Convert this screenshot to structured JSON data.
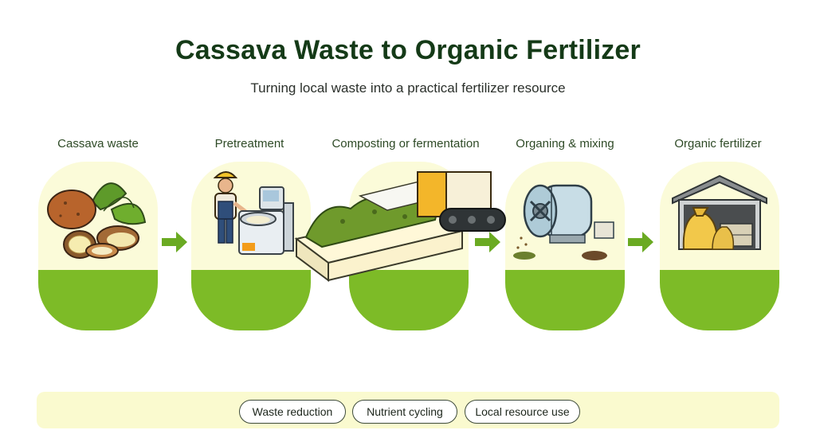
{
  "header": {
    "title": "Cassava Waste to Organic Fertilizer",
    "subtitle": "Turning local waste into a practical fertilizer resource"
  },
  "stages": [
    {
      "label": "Cassava waste",
      "icon": "cassava-roots-icon"
    },
    {
      "label": "Pretreatment",
      "icon": "worker-with-processing-machine-icon"
    },
    {
      "label": "Composting or fermentation",
      "icon": "compost-trough-with-turner-icon"
    },
    {
      "label": "Organing & mixing",
      "icon": "rotary-drum-mixer-icon"
    },
    {
      "label": "Organic fertilizer",
      "icon": "fertilizer-bags-in-shed-icon"
    }
  ],
  "benefits": [
    "Waste reduction",
    "Nutrient cycling",
    "Local resource use"
  ],
  "colors": {
    "title": "#143a17",
    "card_light": "#fbfbd9",
    "card_band": "#7dbb27",
    "arrow": "#6aaa22",
    "footer_bg": "#fafacf"
  }
}
